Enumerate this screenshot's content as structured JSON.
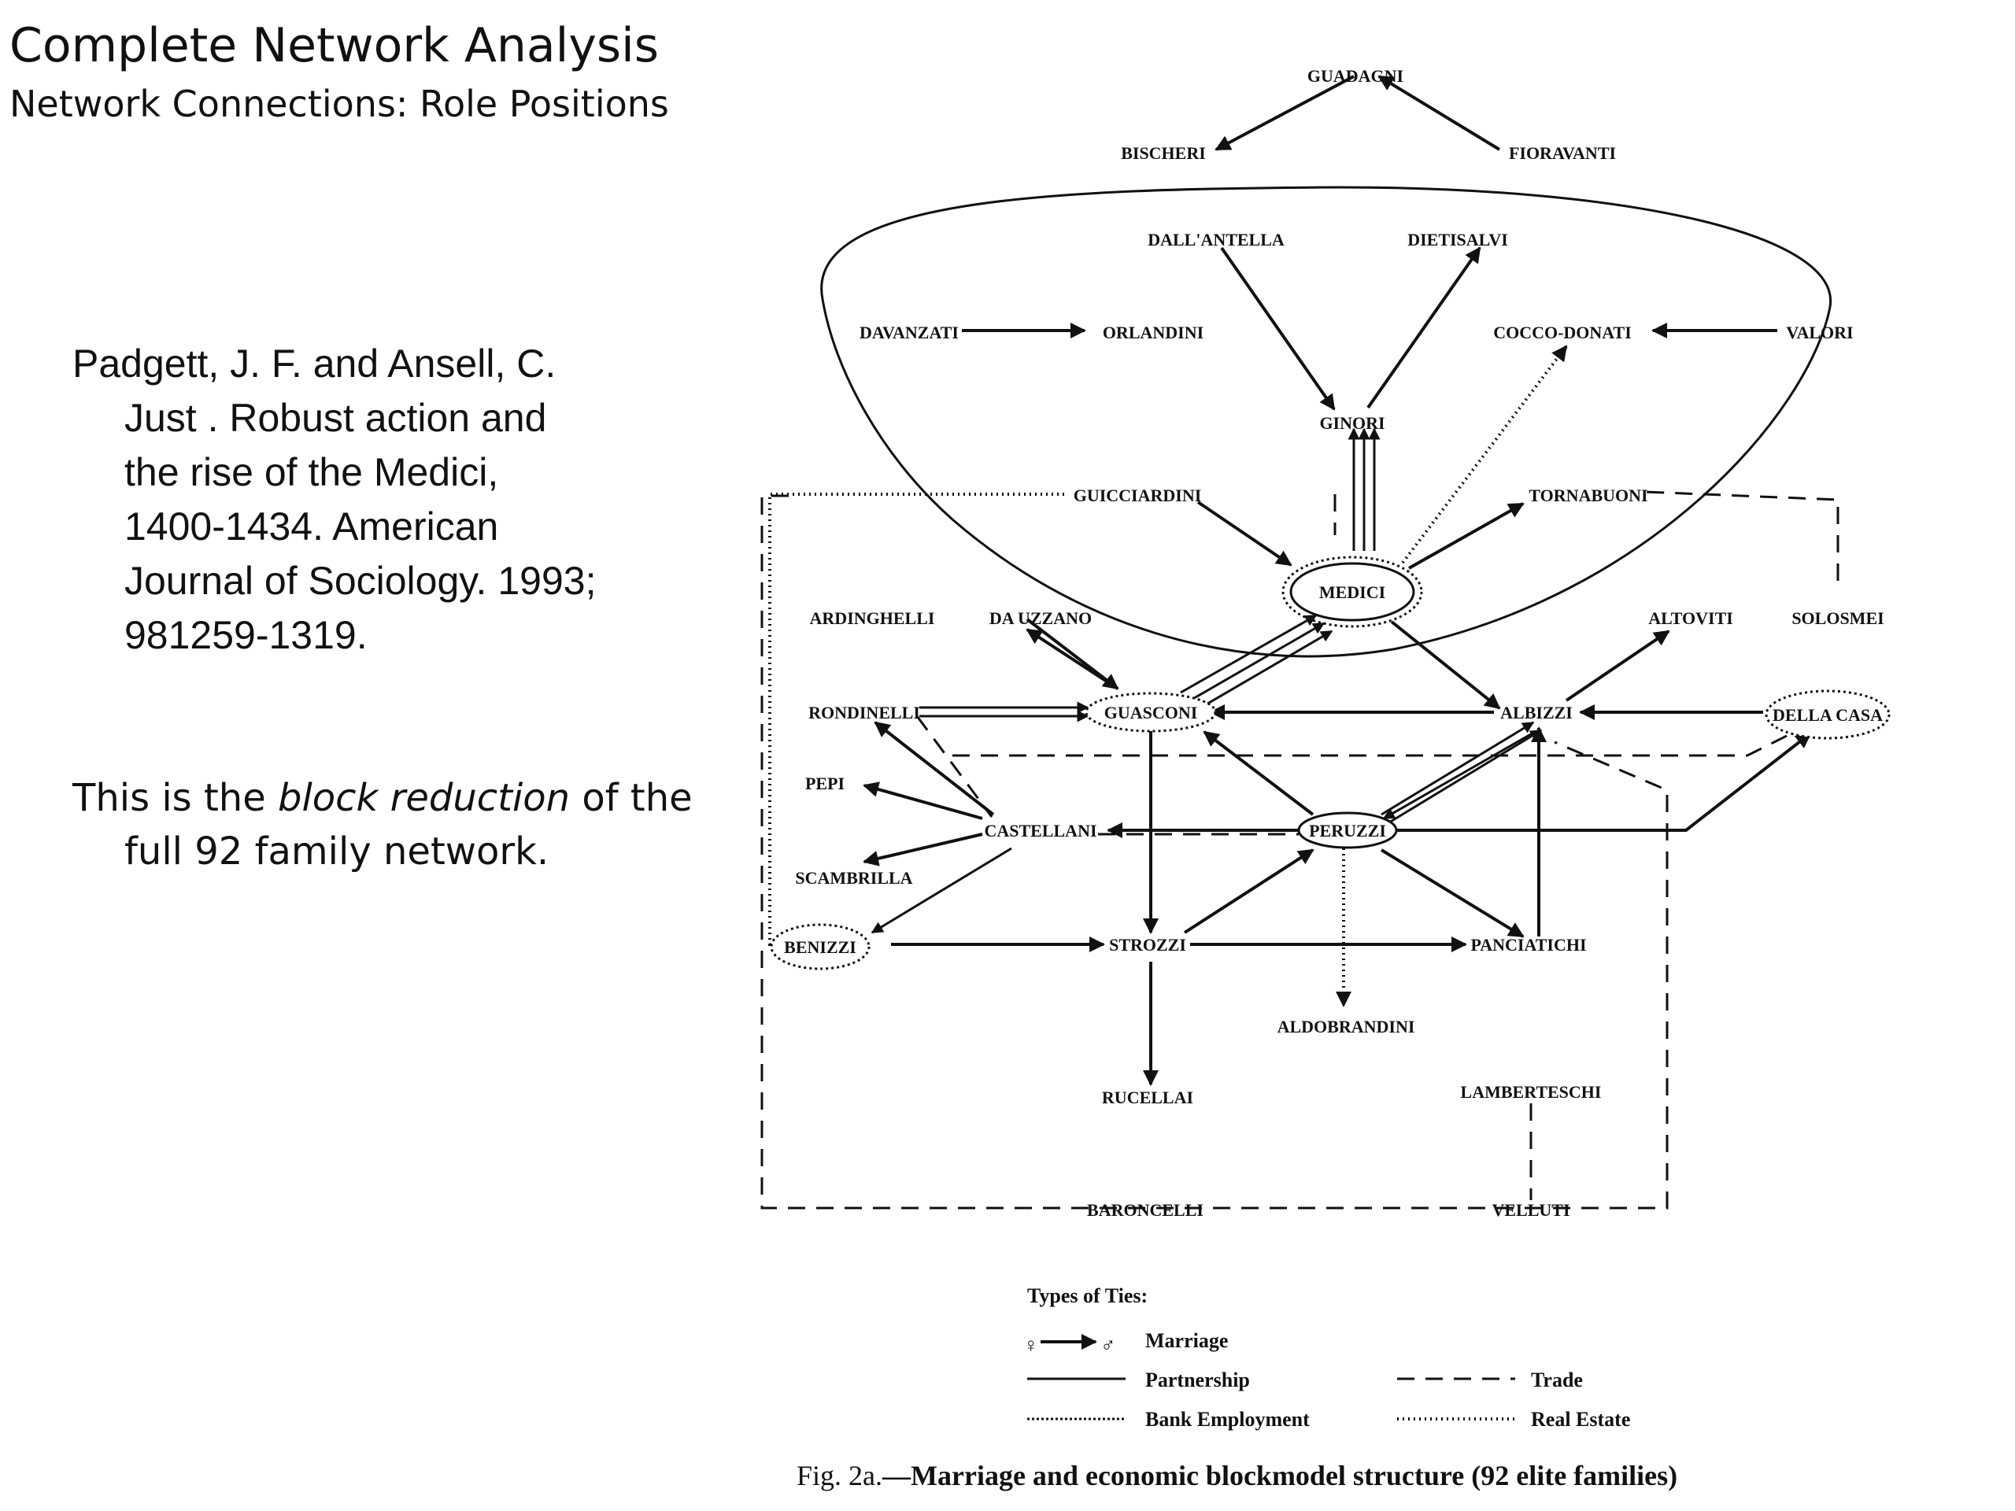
{
  "slide": {
    "title": "Complete Network Analysis",
    "subtitle": "Network Connections: Role Positions",
    "citation_lines": [
      "Padgett, J. F. and Ansell, C.",
      "Just . Robust action and",
      "the rise of the Medici,",
      "1400-1434. American",
      "Journal of Sociology. 1993;",
      "981259-1319."
    ],
    "note_before": "This is the ",
    "note_italic": "block reduction",
    "note_after": " of the",
    "note_line2": "full 92 family network."
  },
  "figure": {
    "nodes": {
      "guadagni": "GUADAGNI",
      "bischeri": "BISCHERI",
      "fioravanti": "FIORAVANTI",
      "dallantella": "DALL'ANTELLA",
      "dietisalvi": "DIETISALVI",
      "davanzati": "DAVANZATI",
      "orlandini": "ORLANDINI",
      "coccodonati": "COCCO-DONATI",
      "valori": "VALORI",
      "ginori": "GINORI",
      "guicciardini": "GUICCIARDINI",
      "tornabuoni": "TORNABUONI",
      "medici": "MEDICI",
      "ardinghelli": "ARDINGHELLI",
      "dauzzano": "DA UZZANO",
      "altoviti": "ALTOVITI",
      "solosmei": "SOLOSMEI",
      "rondinelli": "RONDINELLI",
      "guasconi": "GUASCONI",
      "albizzi": "ALBIZZI",
      "dellacasa": "DELLA CASA",
      "pepi": "PEPI",
      "castellani": "CASTELLANI",
      "peruzzi": "PERUZZI",
      "scambrilla": "SCAMBRILLA",
      "benizzi": "BENIZZI",
      "strozzi": "STROZZI",
      "panciatichi": "PANCIATICHI",
      "aldobrandini": "ALDOBRANDINI",
      "rucellai": "RUCELLAI",
      "lamberteschi": "LAMBERTESCHI",
      "baroncelli": "BARONCELLI",
      "velluti": "VELLUTI"
    },
    "legend": {
      "title": "Types of Ties:",
      "marriage": "Marriage",
      "partnership": "Partnership",
      "trade": "Trade",
      "bank": "Bank Employment",
      "realestate": "Real Estate"
    },
    "caption_prefix": "Fig. 2a.",
    "caption_text": "—Marriage and economic blockmodel structure (92 elite families)",
    "colors": {
      "ink": "#111111",
      "background": "#ffffff"
    }
  }
}
